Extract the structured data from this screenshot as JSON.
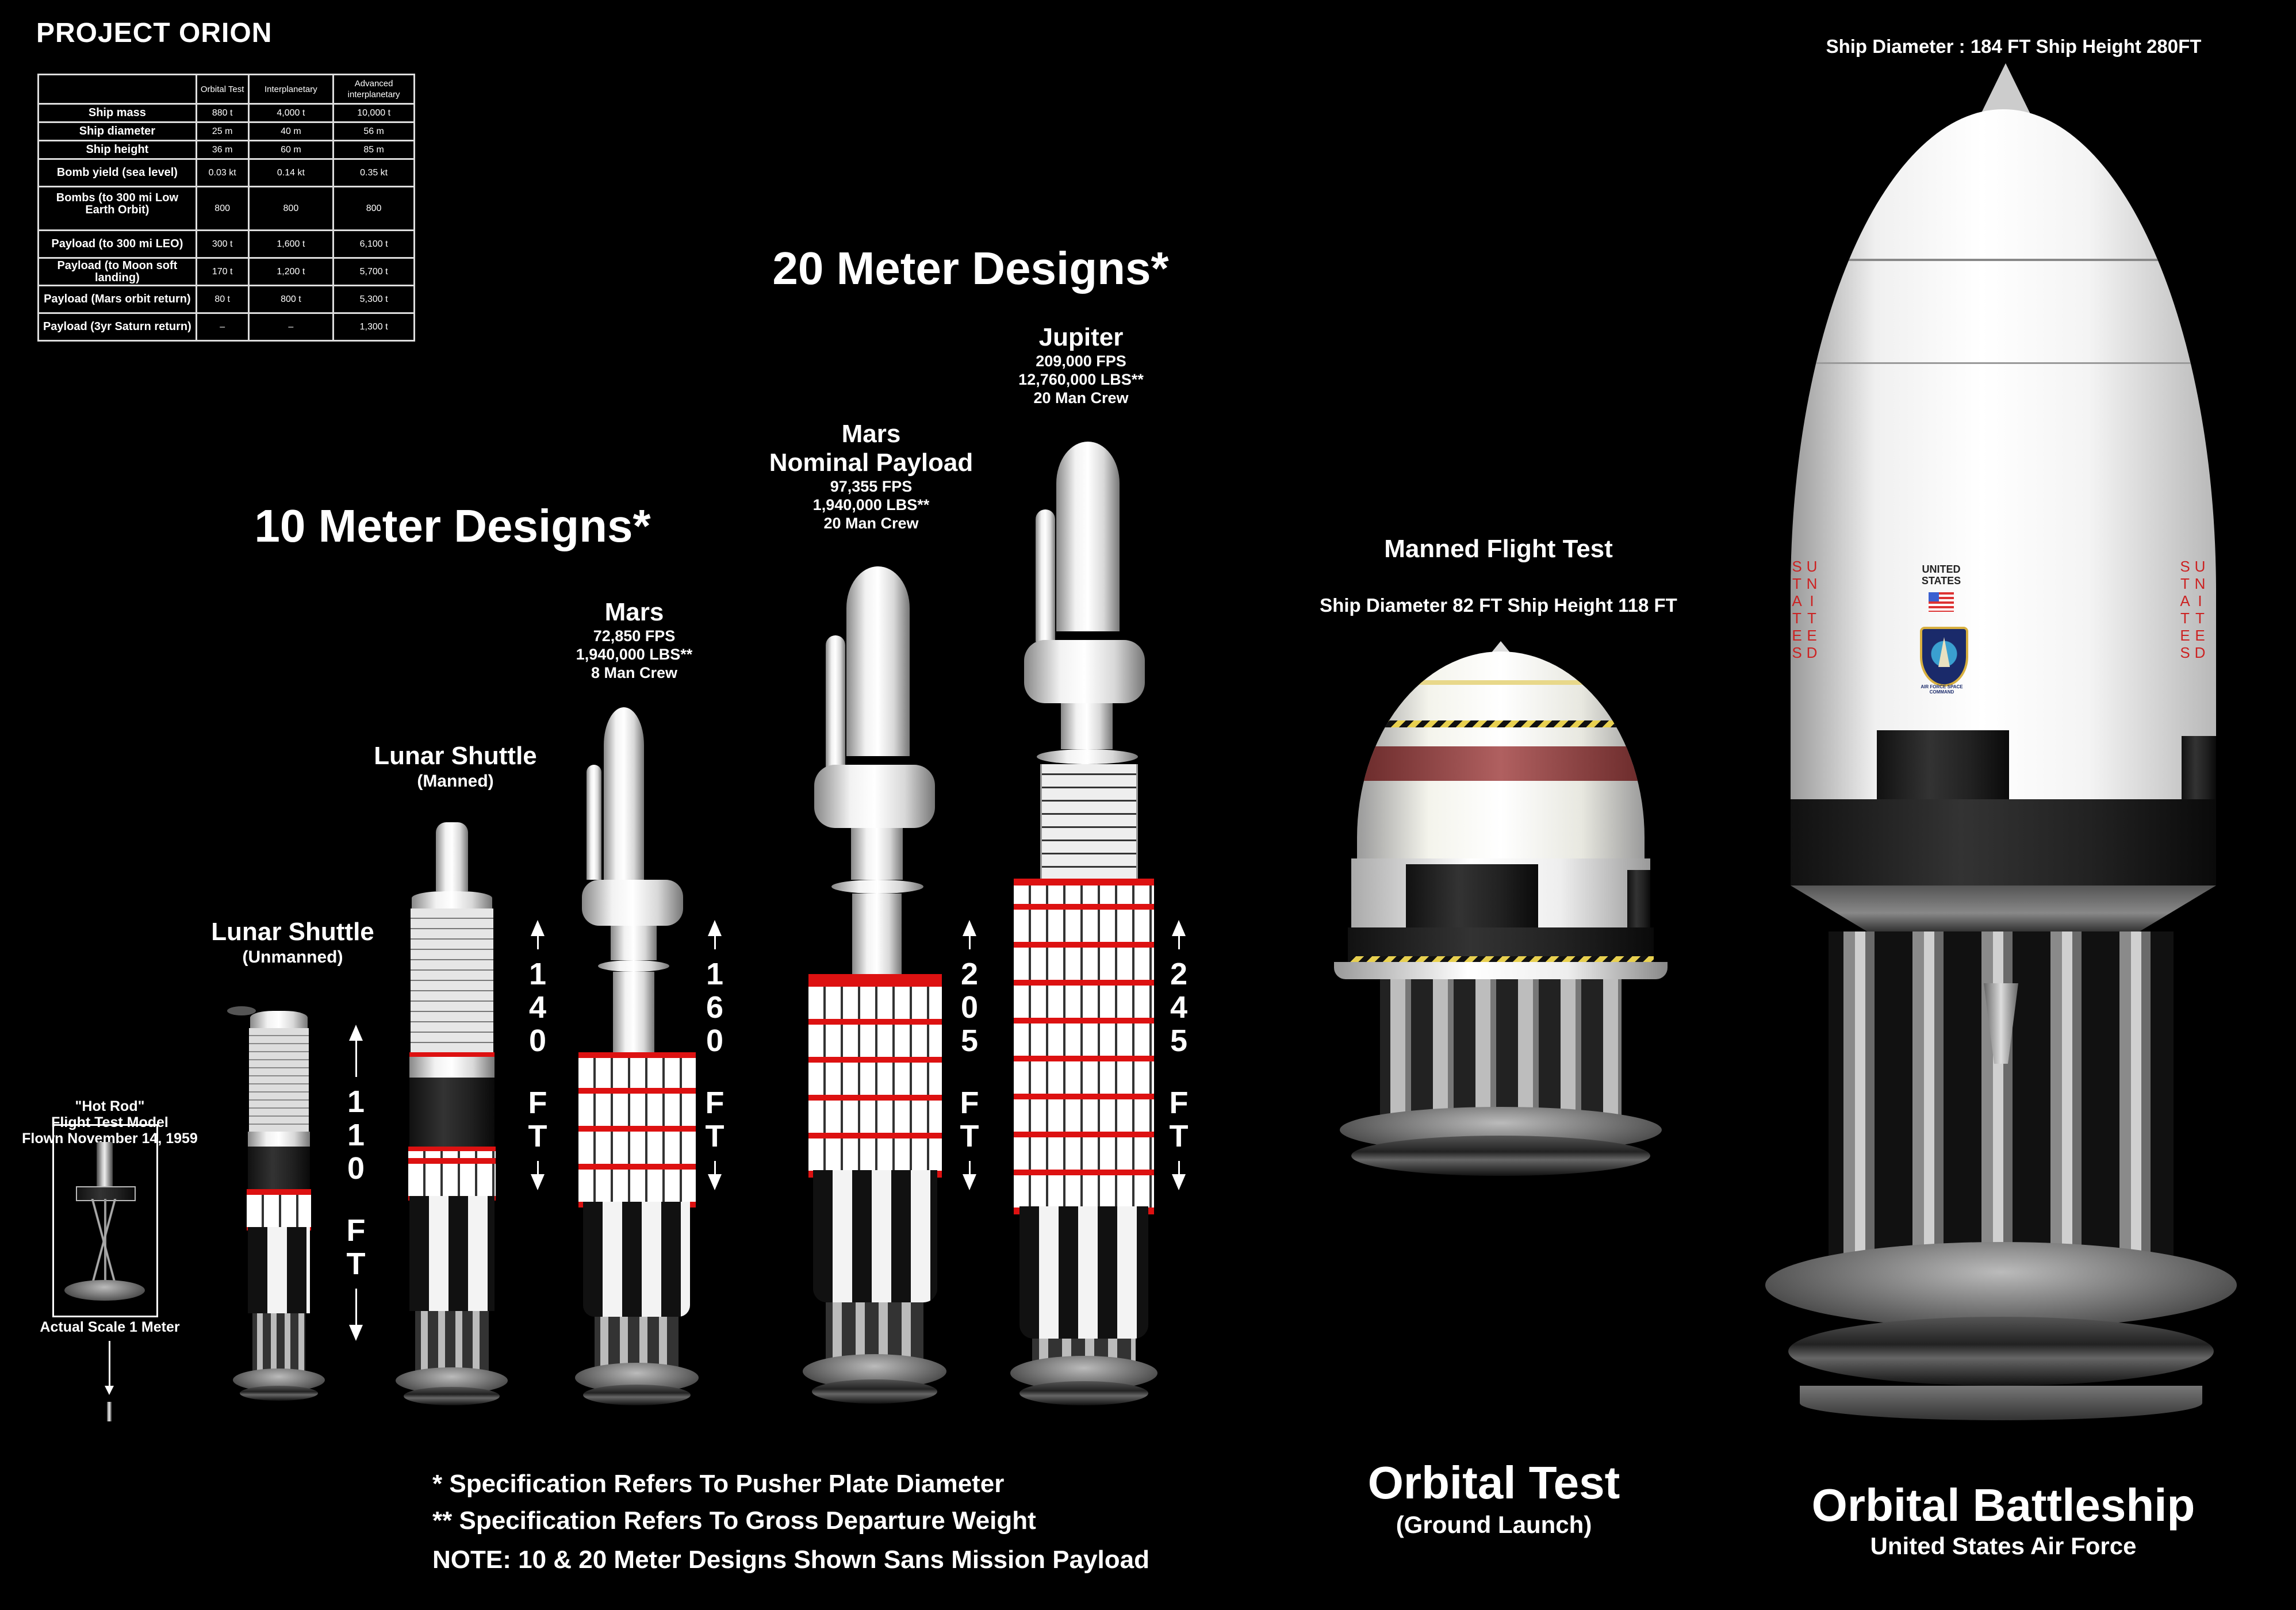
{
  "title": "PROJECT ORION",
  "spec_table": {
    "columns": [
      "",
      "Orbital Test",
      "Interplanetary",
      "Advanced interplanetary"
    ],
    "rows": [
      {
        "label": "Ship mass",
        "values": [
          "880 t",
          "4,000 t",
          "10,000 t"
        ]
      },
      {
        "label": "Ship diameter",
        "values": [
          "25 m",
          "40 m",
          "56 m"
        ]
      },
      {
        "label": "Ship height",
        "values": [
          "36 m",
          "60 m",
          "85 m"
        ]
      },
      {
        "label": "Bomb yield (sea level)",
        "values": [
          "0.03 kt",
          "0.14 kt",
          "0.35 kt"
        ]
      },
      {
        "label": "Bombs (to 300 mi Low Earth Orbit)",
        "values": [
          "800",
          "800",
          "800"
        ]
      },
      {
        "label": "Payload (to 300 mi LEO)",
        "values": [
          "300 t",
          "1,600 t",
          "6,100 t"
        ]
      },
      {
        "label": "Payload (to Moon soft landing)",
        "values": [
          "170 t",
          "1,200 t",
          "5,700 t"
        ]
      },
      {
        "label": "Payload (Mars orbit return)",
        "values": [
          "80 t",
          "800 t",
          "5,300 t"
        ]
      },
      {
        "label": "Payload (3yr Saturn return)",
        "values": [
          "–",
          "–",
          "1,300 t"
        ]
      }
    ]
  },
  "headings": {
    "ten_meter": "10 Meter Designs*",
    "twenty_meter": "20 Meter Designs*"
  },
  "ships": {
    "hot_rod": {
      "name": "\"Hot Rod\"",
      "line2": "Flight Test Model",
      "line3": "Flown November 14, 1959",
      "scale_note": "Actual Scale 1 Meter"
    },
    "lunar_unmanned": {
      "name": "Lunar Shuttle",
      "sub": "(Unmanned)",
      "height_digits": [
        "1",
        "1",
        "0"
      ],
      "height_unit": [
        "F",
        "T"
      ]
    },
    "lunar_manned": {
      "name": "Lunar Shuttle",
      "sub": "(Manned)",
      "height_digits": [
        "1",
        "4",
        "0"
      ],
      "height_unit": [
        "F",
        "T"
      ]
    },
    "mars_10m": {
      "name": "Mars",
      "speed": "72,850 FPS",
      "weight": "1,940,000 LBS**",
      "crew": "8 Man Crew",
      "height_digits": [
        "1",
        "6",
        "0"
      ],
      "height_unit": [
        "F",
        "T"
      ]
    },
    "mars_20m": {
      "name": "Mars",
      "name2": "Nominal Payload",
      "speed": "97,355 FPS",
      "weight": "1,940,000 LBS**",
      "crew": "20 Man Crew",
      "height_digits": [
        "2",
        "0",
        "5"
      ],
      "height_unit": [
        "F",
        "T"
      ]
    },
    "jupiter": {
      "name": "Jupiter",
      "speed": "209,000 FPS",
      "weight": "12,760,000 LBS**",
      "crew": "20 Man Crew",
      "height_digits": [
        "2",
        "4",
        "5"
      ],
      "height_unit": [
        "F",
        "T"
      ]
    },
    "orbital_test": {
      "header": "Manned Flight Test",
      "dims": "Ship Diameter 82 FT  Ship Height  118 FT",
      "name": "Orbital Test",
      "sub": "(Ground Launch)"
    },
    "battleship": {
      "dims": "Ship Diameter : 184 FT  Ship Height  280FT",
      "name": "Orbital Battleship",
      "sub": "United States Air Force",
      "hull_text": "UNITED STATES",
      "decal_text": "UNITED STATES",
      "emblem_text": "AIR FORCE SPACE COMMAND"
    }
  },
  "footnotes": [
    "* Specification Refers To Pusher Plate Diameter",
    "** Specification Refers To Gross Departure Weight",
    "NOTE: 10 & 20 Meter Designs Shown Sans Mission Payload"
  ],
  "colors": {
    "background": "#000000",
    "text": "#ffffff",
    "accent_red": "#dd1111",
    "band_maroon": "#8a3a3a"
  }
}
